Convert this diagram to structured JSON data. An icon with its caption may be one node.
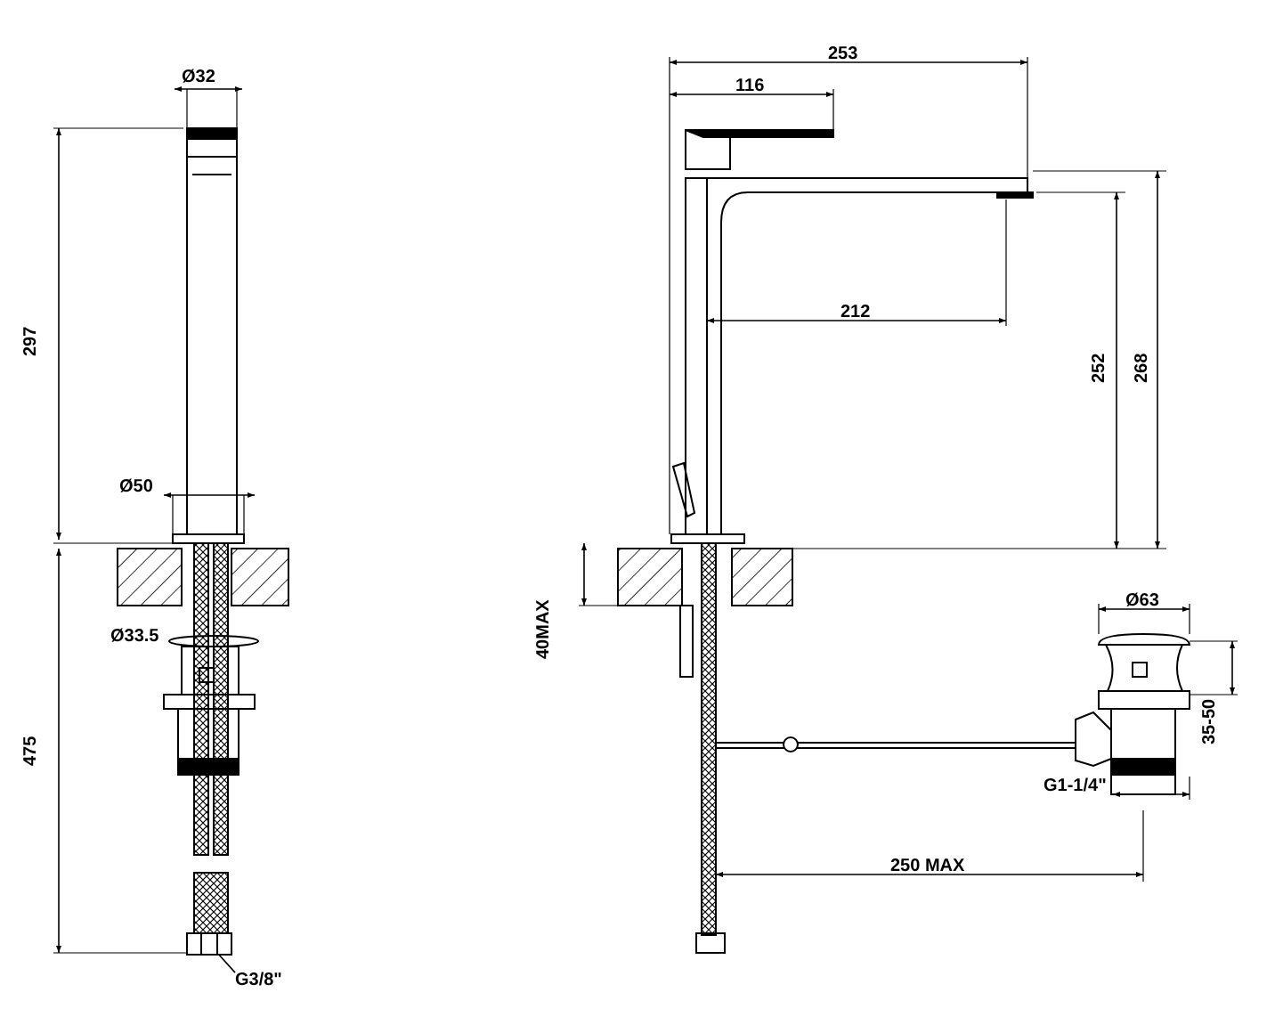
{
  "diagram": {
    "nodes": [
      {
        "text": [
          "G3/8\""
        ]
      },
      {
        "text": [],
        "shape": "picture"
      }
    ],
    "edges": [
      {
        "from": 0,
        "to": 1,
        "arrow": "none"
      }
    ],
    "labels": [
      "Ø32",
      "253",
      "116",
      "297",
      "212",
      "252",
      "268",
      "Ø50",
      "Ø63",
      "Ø33.5",
      "40MAX",
      "35-50",
      "G1-1/4\"",
      "475",
      "250 MAX"
    ]
  }
}
